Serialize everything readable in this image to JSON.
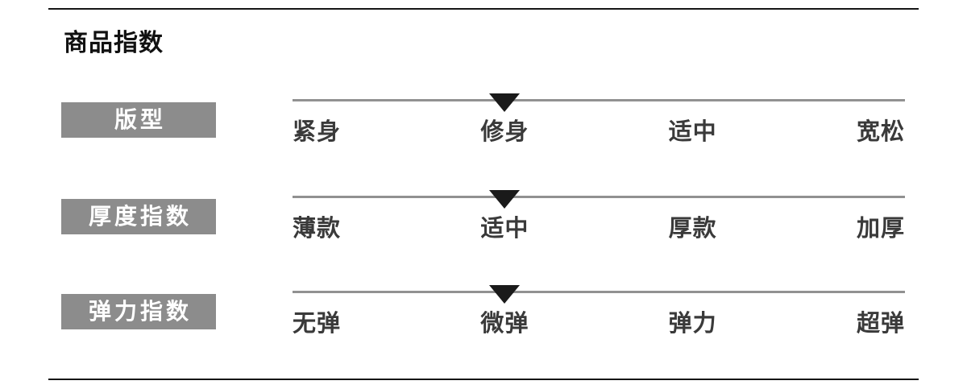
{
  "section": {
    "title": "商品指数"
  },
  "indices": {
    "marker_icon": "triangle-down",
    "option_count_per_row": 4,
    "rows": [
      {
        "label": "版型",
        "options": [
          "紧身",
          "修身",
          "适中",
          "宽松"
        ],
        "selected_index": 1,
        "selected_option": "修身"
      },
      {
        "label": "厚度指数",
        "options": [
          "薄款",
          "适中",
          "厚款",
          "加厚"
        ],
        "selected_index": 1,
        "selected_option": "适中"
      },
      {
        "label": "弹力指数",
        "options": [
          "无弹",
          "微弹",
          "弹力",
          "超弹"
        ],
        "selected_index": 1,
        "selected_option": "微弹"
      }
    ]
  },
  "colors": {
    "page-bg": "#ffffff",
    "rule": "#151515",
    "title-text": "#111111",
    "label-box-bg": "#8c8c8c",
    "label-box-text": "#ffffff",
    "scale-line": "#919191",
    "option-text": "#3a3a3a",
    "marker": "#1a1a1a"
  }
}
